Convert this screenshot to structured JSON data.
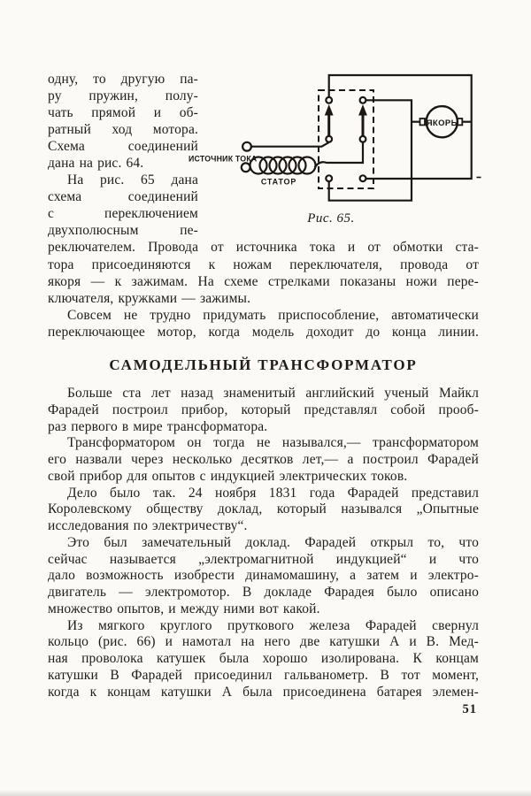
{
  "page": {
    "number": "51"
  },
  "heading": "САМОДЕЛЬНЫЙ ТРАНСФОРМАТОР",
  "figure": {
    "caption": "Рис. 65.",
    "source_label": "ИСТОЧНИК ТОКА",
    "stator_label": "СТАТОР",
    "armature_label": "ЯКОРЬ"
  },
  "body": {
    "block1": [
      {
        "t": "одну, то другую па-",
        "n": 1
      },
      {
        "t": "ру пружин, полу-",
        "n": 1
      },
      {
        "t": "чать прямой и об-",
        "n": 1
      },
      {
        "t": "ратный ход мотора.",
        "n": 1
      },
      {
        "t": "Схема соединений",
        "n": 1
      },
      {
        "t": "дана на рис. 64.",
        "n": 1,
        "e": 1
      },
      {
        "t": "На рис. 65 дана",
        "n": 1,
        "i": 1
      },
      {
        "t": "схема соединений",
        "n": 1
      },
      {
        "t": "с переключением",
        "n": 1
      },
      {
        "t": "двухполюсным пе-",
        "n": 1
      },
      {
        "t": "реключателем. Провода от источника тока и от обмотки ста-"
      },
      {
        "t": "тора присоединяются к ножам переключателя, провода от"
      },
      {
        "t": "якоря — к зажимам. На схеме стрелками показаны ножи пере-"
      },
      {
        "t": "ключателя, кружками — зажимы.",
        "e": 1
      },
      {
        "t": "Совсем не трудно придумать приспособление, автоматически",
        "i": 1
      },
      {
        "t": "переключающее мотор, когда модель доходит до конца линии."
      }
    ],
    "block2": [
      {
        "t": "Больше ста лет назад знаменитый английский ученый Майкл",
        "i": 1
      },
      {
        "t": "Фарадей построил прибор, который представлял собой прооб-"
      },
      {
        "t": "раз первого в мире трансформатора.",
        "e": 1
      },
      {
        "t": "Трансформатором он тогда не назывался,— трансформатором",
        "i": 1
      },
      {
        "t": "его назвали через несколько десятков лет,— а построил Фарадей"
      },
      {
        "t": "свой прибор для опытов с индукцией электрических токов.",
        "e": 1
      },
      {
        "t": "Дело было так. 24 ноября 1831 года Фарадей представил",
        "i": 1
      },
      {
        "t": "Королевскому обществу доклад, который назывался „Опытные"
      },
      {
        "t": "исследования по электричеству“.",
        "e": 1
      },
      {
        "t": "Это был замечательный доклад. Фарадей открыл то, что",
        "i": 1
      },
      {
        "t": "сейчас называется „электромагнитной индукцией“ и что"
      },
      {
        "t": "дало возможность изобрести динамомашину, а затем и электро-"
      },
      {
        "t": "двигатель — электромотор. В докладе Фарадея было описано"
      },
      {
        "t": "множество опытов, и между ними вот какой.",
        "e": 1
      },
      {
        "t": "Из мягкого круглого пруткового железа Фарадей свернул",
        "i": 1
      },
      {
        "t": "кольцо (рис. 66) и намотал на него две катушки А и В. Мед-"
      },
      {
        "t": "ная проволока катушек была хорошо изолирована. К концам"
      },
      {
        "t": "катушки В Фарадей присоединил гальванометр. В тот момент,"
      },
      {
        "t": "когда к концам катушки А была присоединена батарея элемен-"
      }
    ]
  }
}
